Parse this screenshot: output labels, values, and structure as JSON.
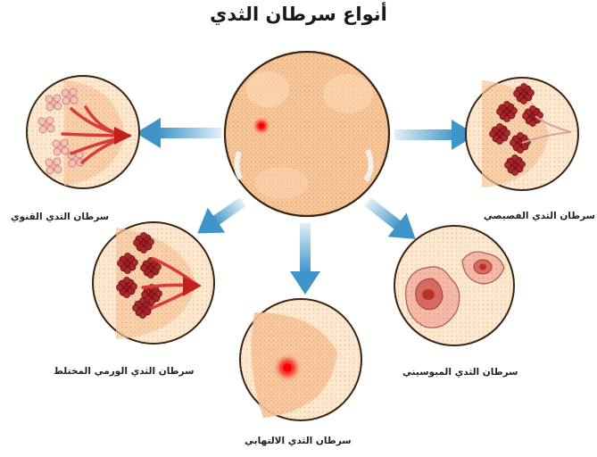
{
  "title": "أنواع سرطان الثدي",
  "types": {
    "lobular": "سرطان الثدي الفصيصي",
    "ductal": "سرطان الثدي القنوي",
    "mixed": "سرطان الثدي الورمي المختلط",
    "mucinous": "سرطان الثدي المبوسيني",
    "inflammatory": "سرطان الثدي الالتهابي"
  },
  "colors": {
    "skin": "#f8c79a",
    "ring": "#3a2414",
    "arrow": "#3f95c8",
    "tissue": "#d93a3a",
    "lobule": "#9e1f24"
  },
  "icons": [
    "center-breast-icon",
    "ductal-icon",
    "lobular-icon",
    "mixed-icon",
    "mucinous-icon",
    "inflammatory-icon",
    "arrow-icon"
  ]
}
